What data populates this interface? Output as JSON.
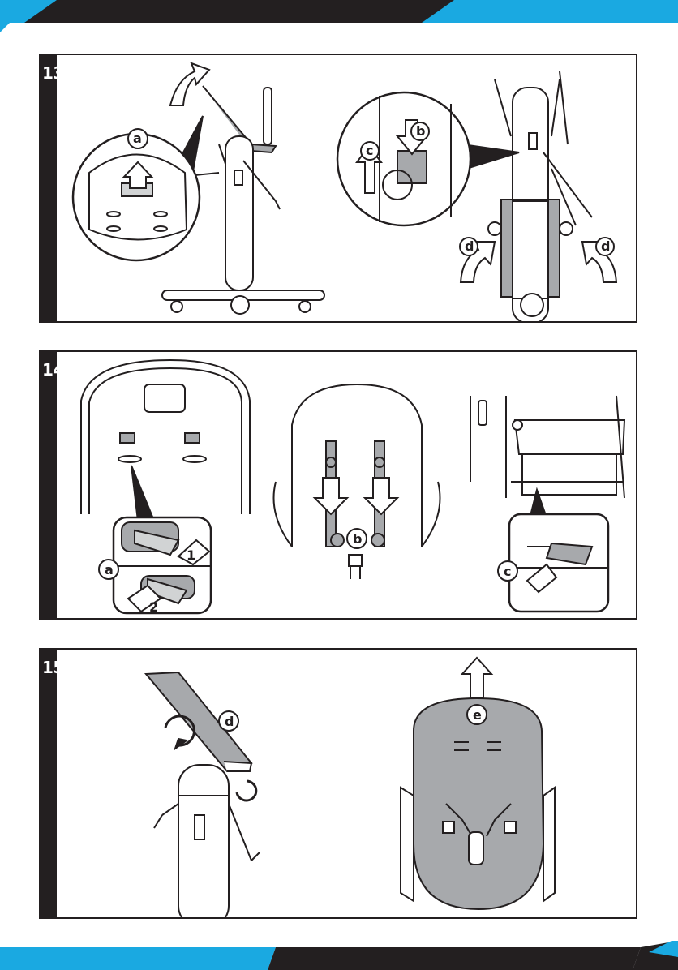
{
  "colors": {
    "ink": "#231f20",
    "accent": "#1aa9e1",
    "seat_grey": "#a7a9ac",
    "light_grey": "#d1d3d4"
  },
  "steps": [
    {
      "number": "13",
      "callouts": [
        "a",
        "b",
        "c",
        "d",
        "d"
      ]
    },
    {
      "number": "14",
      "callouts": [
        "a",
        "b",
        "c",
        "1",
        "2"
      ]
    },
    {
      "number": "15",
      "callouts": [
        "d",
        "e"
      ]
    }
  ]
}
